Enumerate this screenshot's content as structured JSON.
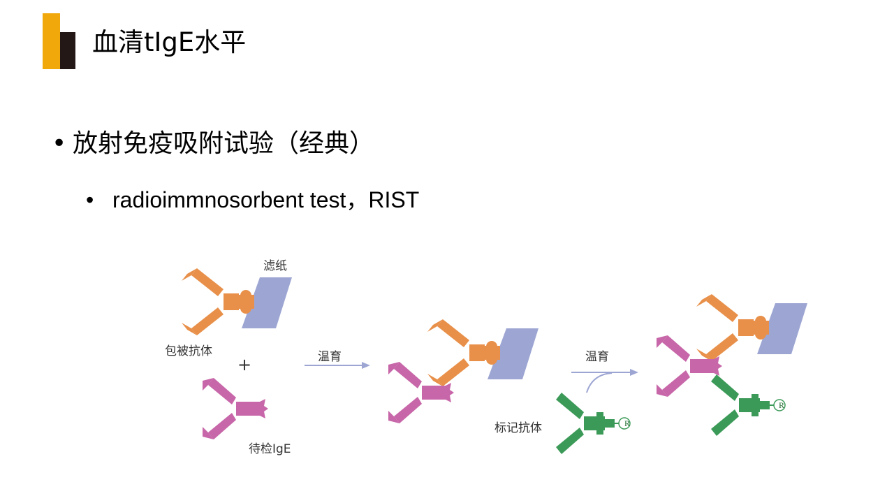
{
  "title": "血清tIgE水平",
  "bullet1": "放射免疫吸附试验（经典）",
  "bullet2": "radioimmnosorbent test，RIST",
  "bullet_symbol": "•",
  "diagram": {
    "filter_paper": "滤纸",
    "coated_antibody": "包被抗体",
    "plus": "+",
    "test_ige": "待检IgE",
    "incubate_1": "温育",
    "incubate_2": "温育",
    "labeled_antibody": "标记抗体",
    "radio_label_1": "R",
    "radio_label_2": "R"
  },
  "colors": {
    "accent_yellow": "#f1a80a",
    "accent_dark": "#231815",
    "orange_antibody": "#e8904a",
    "purple_ige": "#c766a8",
    "green_antibody": "#3c9a58",
    "filter_paper": "#9da6d3",
    "arrow": "#9da6d3"
  }
}
